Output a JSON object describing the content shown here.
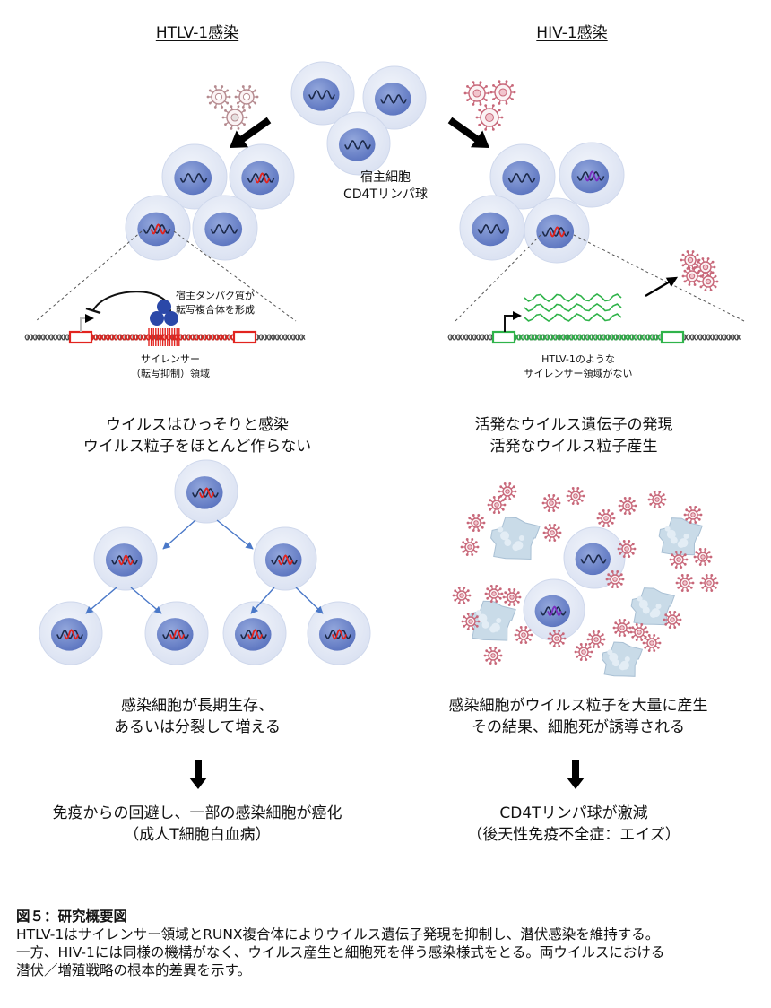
{
  "left": {
    "title": "HTLV-1感染",
    "protein_line1": "宿主タンパク質が",
    "protein_line2": "転写複合体を形成",
    "silencer_line1": "サイレンサー",
    "silencer_line2": "（転写抑制）領域",
    "desc_line1": "ウイルスはひっそりと感染",
    "desc_line2": "ウイルス粒子をほとんど作らない",
    "result_line1": "感染細胞が長期生存、",
    "result_line2": "あるいは分裂して増える",
    "outcome_line1": "免疫からの回避し、一部の感染細胞が癌化",
    "outcome_line2": "（成人T細胞白血病）"
  },
  "right": {
    "title": "HIV-1感染",
    "no_silencer_line1": "HTLV-1のような",
    "no_silencer_line2": "サイレンサー領域がない",
    "desc_line1": "活発なウイルス遺伝子の発現",
    "desc_line2": "活発なウイルス粒子産生",
    "result_line1": "感染細胞がウイルス粒子を大量に産生",
    "result_line2": "その結果、細胞死が誘導される",
    "outcome_line1": "CD4Tリンパ球が激減",
    "outcome_line2": "（後天性免疫不全症：エイズ）"
  },
  "center": {
    "host_line1": "宿主細胞",
    "host_line2": "CD4Tリンパ球"
  },
  "caption": {
    "heading": "図５：研究概要図",
    "line1": "HTLV-1はサイレンサー領域とRUNX複合体によりウイルス遺伝子発現を抑制し、潜伏感染を維持する。",
    "line2": "一方、HIV-1には同様の機構がなく、ウイルス産生と細胞死を伴う感染様式をとる。両ウイルスにおける",
    "line3": "潜伏／増殖戦略の根本的差異を示す。"
  },
  "colors": {
    "cell_outer": "#e1e7f4",
    "nucleus": "#6f86c9",
    "htlv_red": "#e2241f",
    "hiv_green": "#2fb34a",
    "hiv_virus": "#c8687a",
    "arrow_blue": "#4a78c8",
    "tf_blue": "#2b48a8"
  }
}
